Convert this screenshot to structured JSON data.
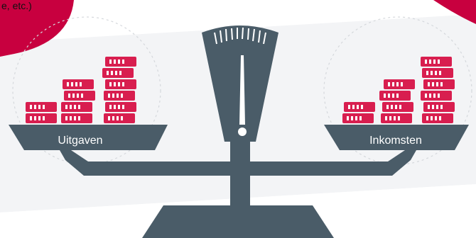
{
  "left_bubble": {
    "text": "e, etc.)"
  },
  "left_pan": {
    "label": "Uitgaven"
  },
  "right_pan": {
    "label": "Inkomsten"
  },
  "colors": {
    "accent_red": "#c8003f",
    "coin_red": "#d81e4f",
    "scale_slate": "#4a5c68",
    "needle_white": "#ffffff",
    "background_gray": "#eef0f3"
  },
  "icons": {
    "left_pan_content": "coin-stacks-icon",
    "right_pan_content": "coin-stacks-icon",
    "scale_dial": "gauge-dial-icon",
    "scale": "balance-scale-icon"
  }
}
